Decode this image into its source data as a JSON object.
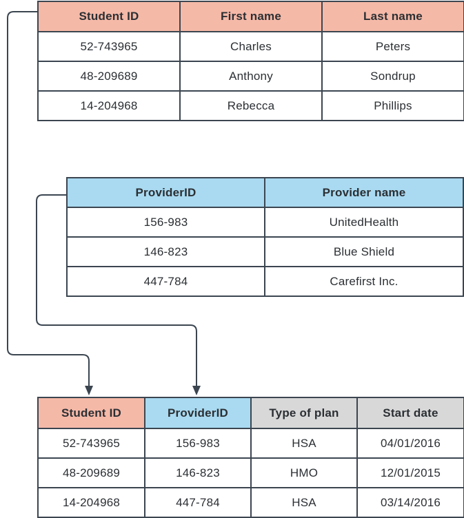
{
  "students": {
    "headers": [
      "Student ID",
      "First name",
      "Last name"
    ],
    "rows": [
      [
        "52-743965",
        "Charles",
        "Peters"
      ],
      [
        "48-209689",
        "Anthony",
        "Sondrup"
      ],
      [
        "14-204968",
        "Rebecca",
        "Phillips"
      ]
    ]
  },
  "providers": {
    "headers": [
      "ProviderID",
      "Provider name"
    ],
    "rows": [
      [
        "156-983",
        "UnitedHealth"
      ],
      [
        "146-823",
        "Blue Shield"
      ],
      [
        "447-784",
        "Carefirst Inc."
      ]
    ]
  },
  "enrollments": {
    "headers": [
      "Student ID",
      "ProviderID",
      "Type of plan",
      "Start date"
    ],
    "rows": [
      [
        "52-743965",
        "156-983",
        "HSA",
        "04/01/2016"
      ],
      [
        "48-209689",
        "146-823",
        "HMO",
        "12/01/2015"
      ],
      [
        "14-204968",
        "447-784",
        "HSA",
        "03/14/2016"
      ]
    ]
  },
  "colors": {
    "student_id_header": "#f5b9a8",
    "provider_id_header": "#a9daf1",
    "other_header": "#d8d8d8",
    "border": "#3b4550"
  }
}
